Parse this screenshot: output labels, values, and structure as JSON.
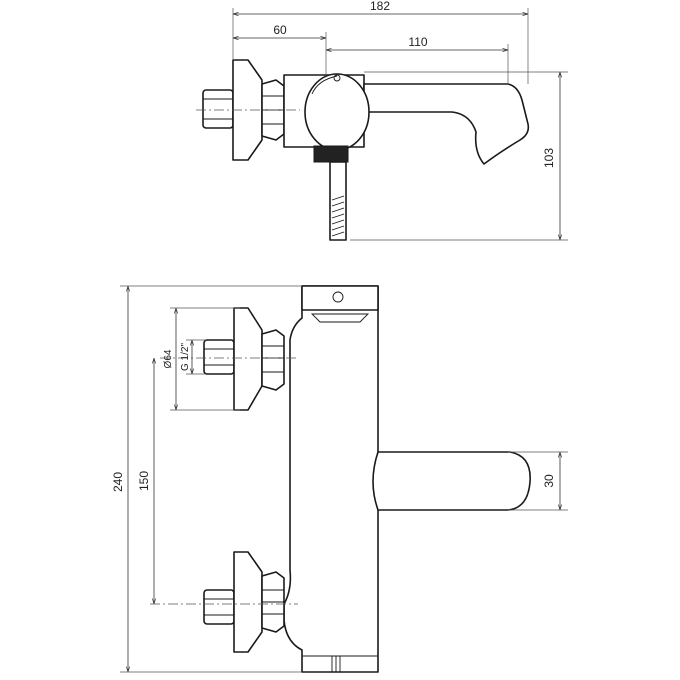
{
  "dimensions": {
    "overall_depth": "182",
    "wall_to_body": "60",
    "spout_projection": "110",
    "top_view_height": "103",
    "overall_width": "240",
    "inlet_centers": "150",
    "spout_width": "30",
    "flange_diameter": "Ø64",
    "thread_size": "G 1/2\""
  }
}
